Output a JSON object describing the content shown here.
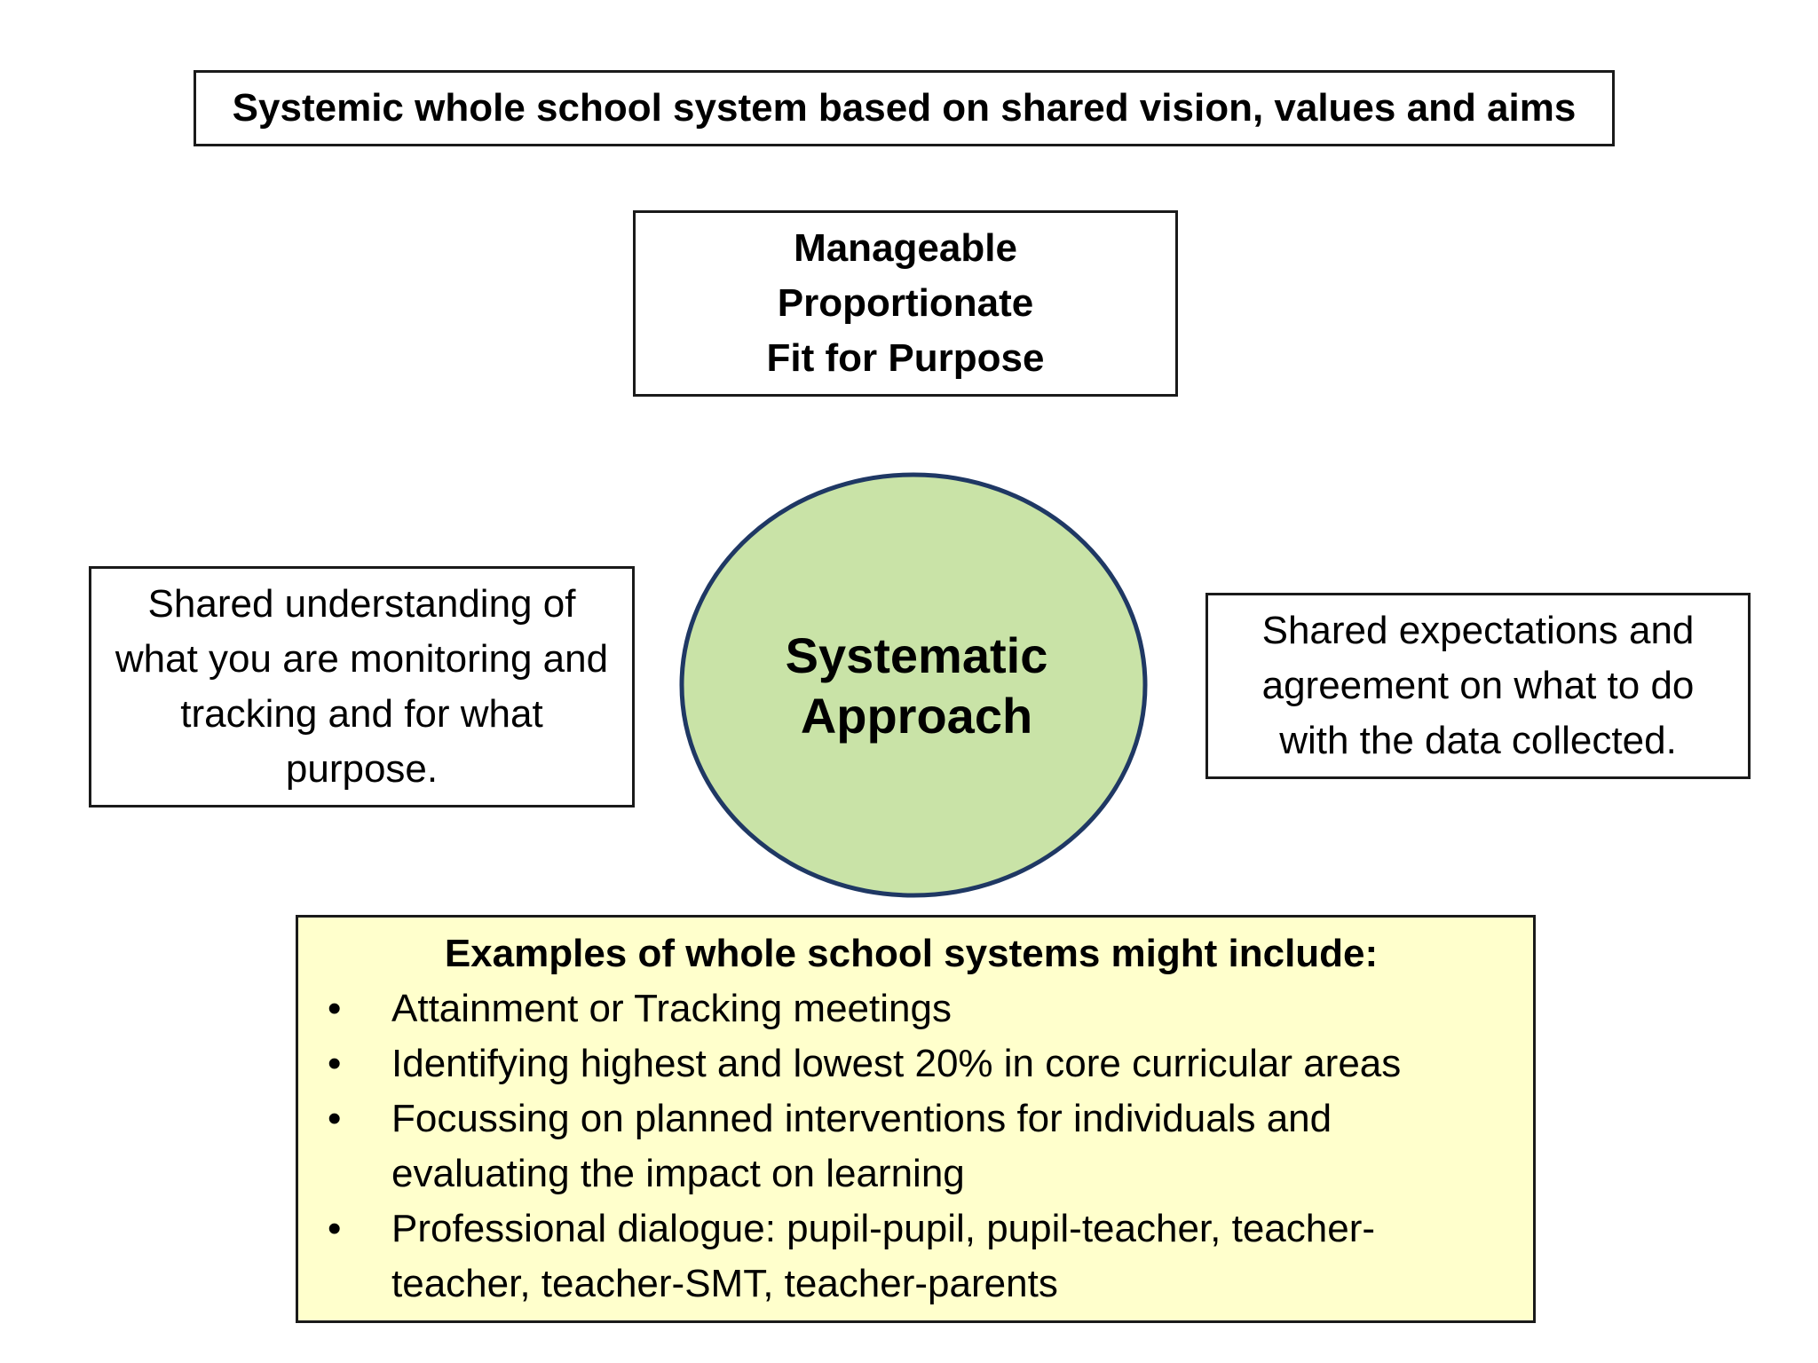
{
  "header": {
    "banner": "Systemic whole school system based on shared vision, values and aims"
  },
  "criteria": {
    "lines": [
      "Manageable",
      "Proportionate",
      "Fit for Purpose"
    ]
  },
  "center": {
    "line1": "Systematic",
    "line2": "Approach",
    "fill_color": "#c9e3a7",
    "stroke_color": "#1f3864"
  },
  "left": {
    "text": "Shared understanding of what you are monitoring and tracking and for what purpose."
  },
  "right": {
    "text": "Shared expectations and agreement on what to do with the data collected."
  },
  "examples": {
    "heading": "Examples of whole school systems might include:",
    "bullet_glyph": "•",
    "items": [
      "Attainment or Tracking meetings",
      "Identifying highest and lowest 20% in core curricular areas",
      "Focussing on planned interventions for individuals and evaluating the impact on learning",
      "Professional dialogue: pupil-pupil, pupil-teacher, teacher-teacher, teacher-SMT, teacher-parents"
    ],
    "background_color": "#ffffcc"
  }
}
